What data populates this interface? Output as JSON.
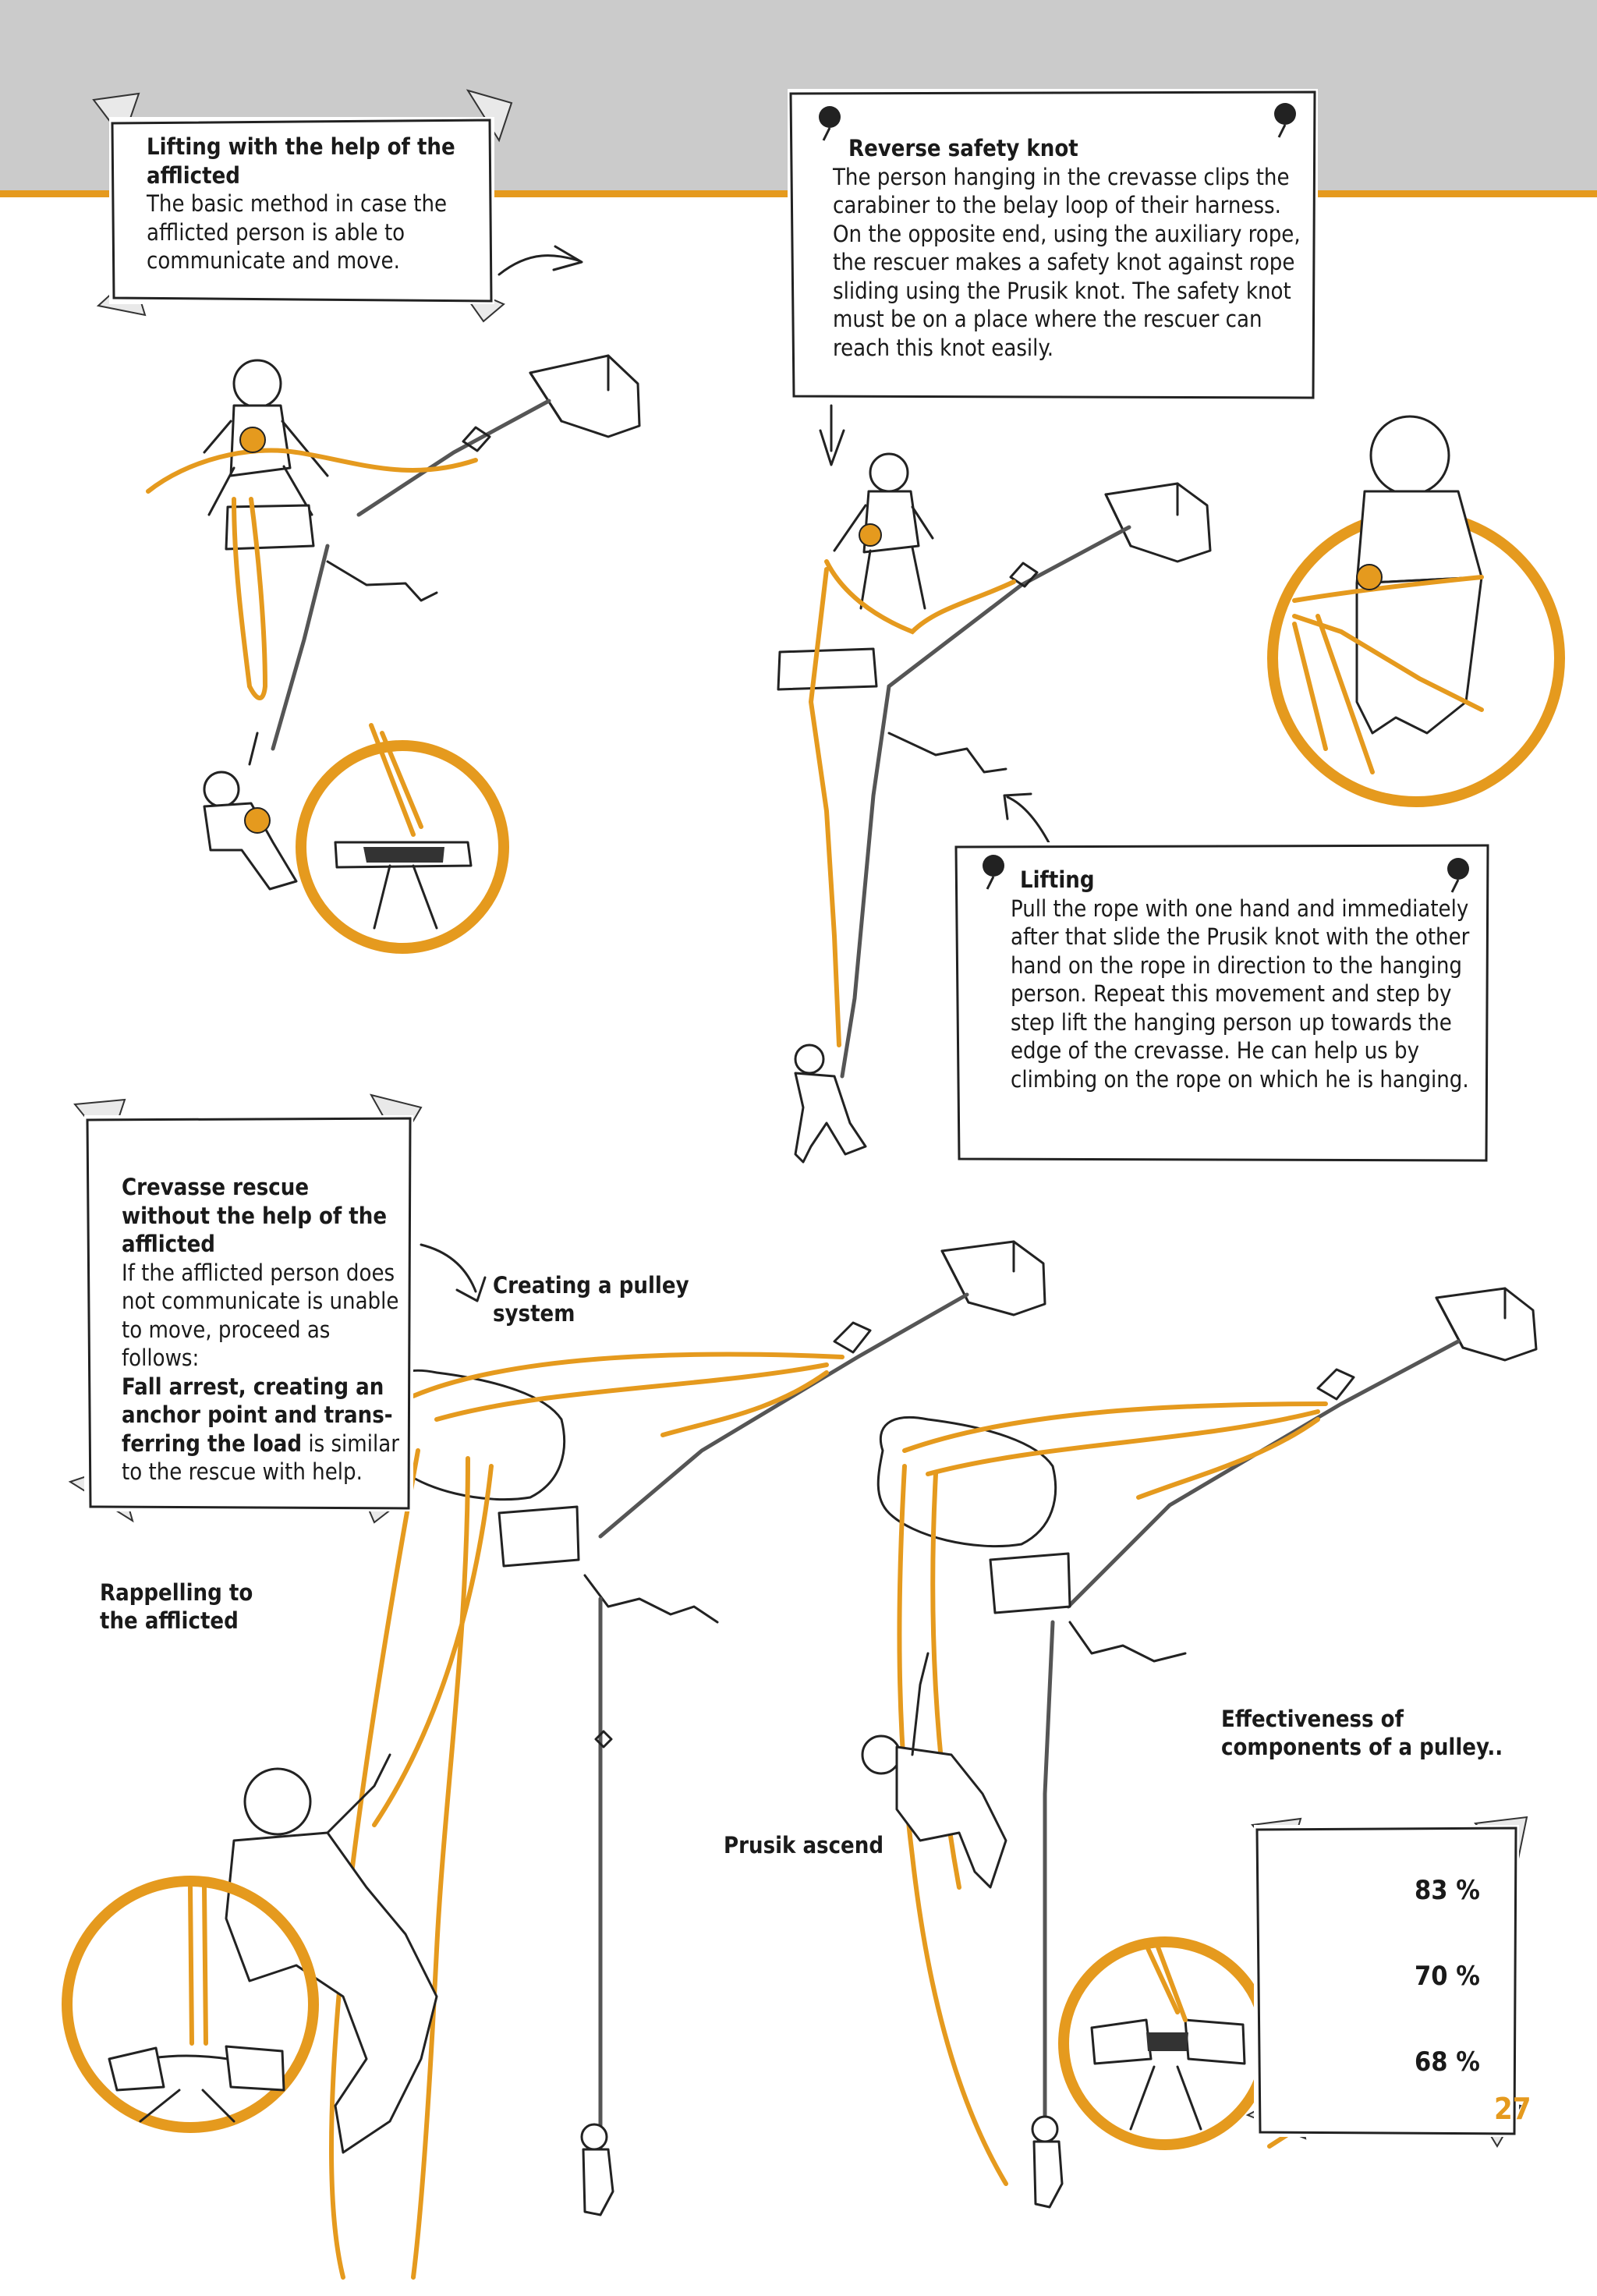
{
  "notes": {
    "lifting_with_help": {
      "title": "Lifting with the help of the afflicted",
      "body": "The basic method in case the af­flicted person is able to commu­nicate and move."
    },
    "reverse_safety_knot": {
      "title": "Reverse safety knot",
      "body": "The person hanging in the crevasse clips the carabiner to the belay loop of their harness. On the opposite end, using the auxiliary rope, the rescuer makes a safety knot against rope sliding using the Prusik knot. The safety knot must be on a place where the rescuer can reach this knot easily."
    },
    "lifting": {
      "title": "Lifting",
      "body": "Pull the rope with one hand and immedi­ately after that slide the Prusik knot with the other hand on the rope in direction to the hanging person. Repeat this movement and step by step lift the hanging person up towards the edge of the crevasse. He can help us by climbing on the rope on which he is hanging."
    },
    "without_help": {
      "title": "Crevasse rescue without the help of the afflicted",
      "body": "If the afflicted person does not communicate is unable to move, proceed as follows:",
      "bold_phrase": "Fall arrest, creating an anchor point and trans­ferring the load",
      "tail": " is similar to the rescue with help."
    }
  },
  "labels": {
    "creating_pulley": "Creating a pulley system",
    "rappelling": "Rappelling to the afflicted",
    "prusik_ascend": "Prusik ascend",
    "effectiveness": "Effectiveness of components of a pulley.."
  },
  "pulley_efficiency": [
    {
      "value": "83 %"
    },
    {
      "value": "70 %"
    },
    {
      "value": "68 %"
    }
  ],
  "page_number": "27",
  "colors": {
    "accent_orange": "#e59a1e",
    "header_gray": "#cbcbcb"
  }
}
